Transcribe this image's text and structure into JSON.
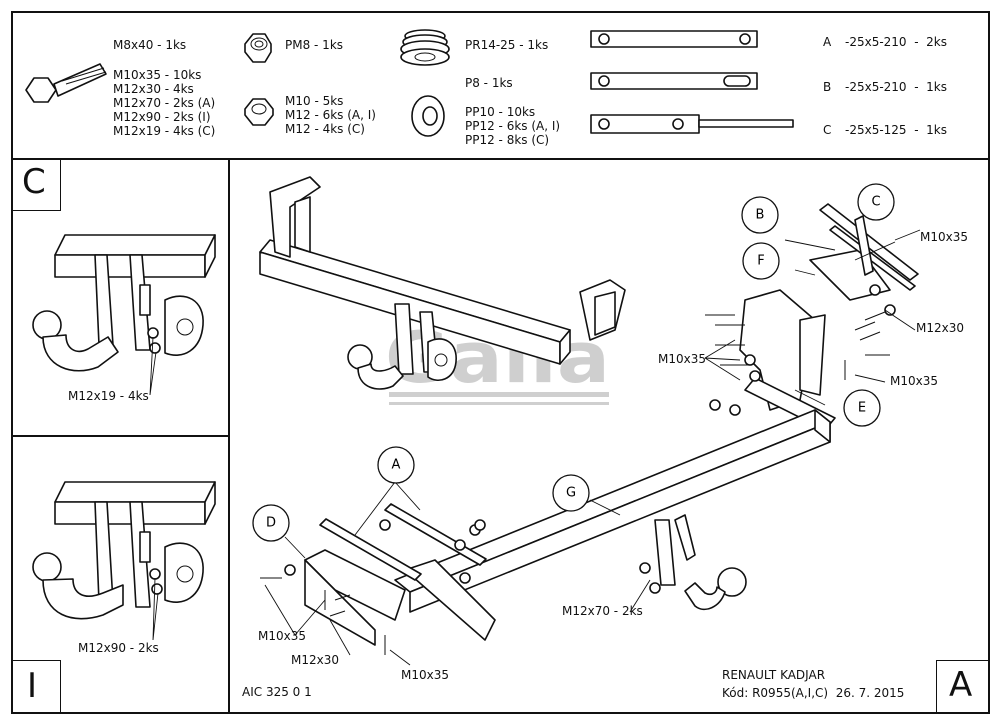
{
  "header": {
    "bolt_m8": "M8x40 - 1ks",
    "bolt_list": [
      "M10x35 - 10ks",
      "M12x30 - 4ks",
      "M12x70 - 2ks (A)",
      "M12x90 - 2ks (I)",
      "M12x19 - 4ks (C)"
    ],
    "nut_pm8": "PM8 - 1ks",
    "nut_list": [
      "M10 - 5ks",
      "M12 - 6ks (A, I)",
      "M12 - 4ks (C)"
    ],
    "spring": "PR14-25 - 1ks",
    "washer_p8": "P8 - 1ks",
    "washer_list": [
      "PP10 - 10ks",
      "PP12 - 6ks (A, I)",
      "PP12 - 8ks (C)"
    ],
    "plates": [
      {
        "letter": "A",
        "spec": "-25x5-210  -  2ks"
      },
      {
        "letter": "B",
        "spec": "-25x5-210  -  1ks"
      },
      {
        "letter": "C",
        "spec": "-25x5-125  -  1ks"
      }
    ]
  },
  "panels": {
    "c_letter": "C",
    "c_label": "M12x19 - 4ks",
    "i_letter": "I",
    "i_label": "M12x90 - 2ks",
    "a_letter": "A"
  },
  "main": {
    "watermark": "Galia",
    "callouts": [
      "B",
      "C",
      "F",
      "E",
      "A",
      "D",
      "G"
    ],
    "labels": {
      "m10x35_top": "M10x35",
      "m12x30_right": "M12x30",
      "m10x35_left": "M10x35",
      "m10x35_right": "M10x35",
      "m12x70": "M12x70 - 2ks",
      "m10x35_bottom_left": "M10x35",
      "m12x30_bottom": "M12x30",
      "m10x35_bottom": "M10x35"
    }
  },
  "footer": {
    "drawing_no": "AIC 325 0 1",
    "model": "RENAULT KADJAR",
    "code": "Kód: R0955(A,I,C)  26. 7. 2015"
  }
}
